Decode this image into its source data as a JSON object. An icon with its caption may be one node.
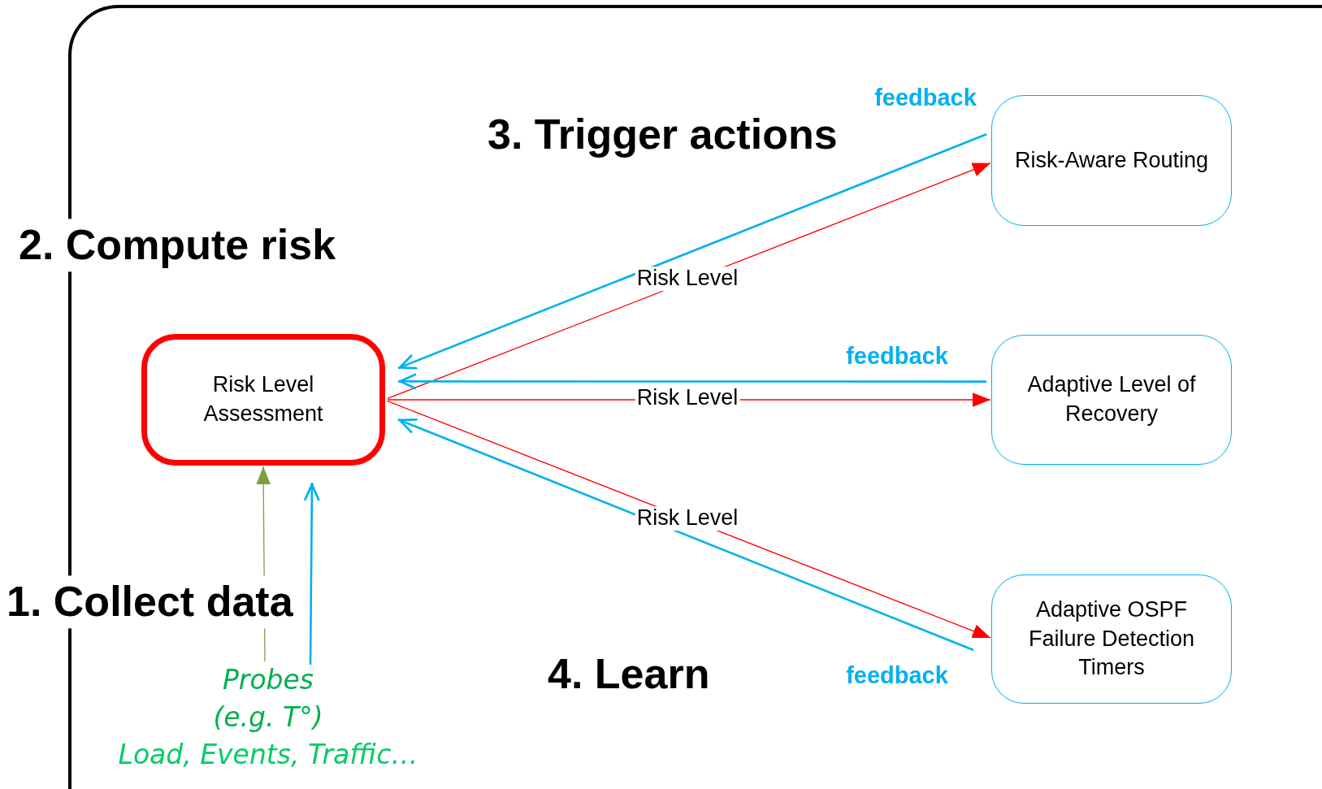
{
  "diagram": {
    "nodes": [
      {
        "text": [
          "Risk Level Assessment"
        ]
      },
      {
        "text": [
          "Risk-Aware Routing"
        ]
      },
      {
        "text": [
          "Adaptive Level of Recovery"
        ]
      },
      {
        "text": [
          "Adaptive OSPF Failure Detection Timers"
        ]
      },
      {
        "text": [
          "Probes (e.g. T°)",
          "Load, Events, Traffic…"
        ]
      }
    ],
    "edges": [
      {
        "from": 0,
        "to": 1,
        "arrow": "to",
        "label": "Risk Level",
        "color": "#ff0000"
      },
      {
        "from": 1,
        "to": 0,
        "arrow": "to",
        "label": "feedback",
        "color": "#00b0f0"
      },
      {
        "from": 0,
        "to": 2,
        "arrow": "to",
        "label": "Risk Level",
        "color": "#ff0000"
      },
      {
        "from": 2,
        "to": 0,
        "arrow": "to",
        "label": "feedback",
        "color": "#00b0f0"
      },
      {
        "from": 0,
        "to": 3,
        "arrow": "to",
        "label": "Risk Level",
        "color": "#ff0000"
      },
      {
        "from": 3,
        "to": 0,
        "arrow": "to",
        "label": "feedback",
        "color": "#00b0f0"
      },
      {
        "from": 4,
        "to": 0,
        "arrow": "to",
        "color": "#7f9f3f"
      },
      {
        "from": 4,
        "to": 0,
        "arrow": "to",
        "color": "#00b0f0"
      }
    ],
    "labels": [
      "3. Trigger actions",
      "2. Compute risk",
      "1. Collect data",
      "4. Learn"
    ]
  }
}
